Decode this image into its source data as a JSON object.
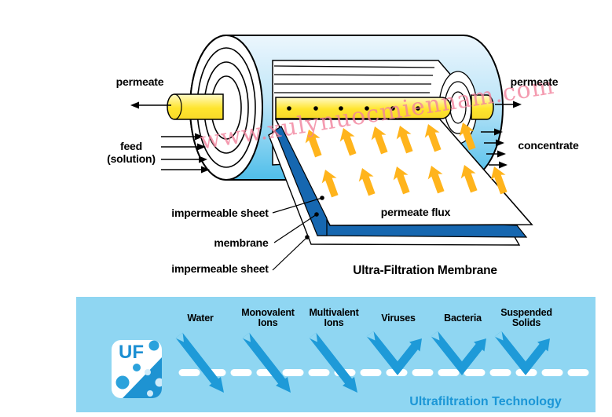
{
  "watermark": "www.xulynuocmiennam.com",
  "diagram": {
    "permeate_left": "permeate",
    "permeate_right": "permeate",
    "feed_line1": "feed",
    "feed_line2": "(solution)",
    "concentrate": "concentrate",
    "impermeable_sheet_top": "impermeable sheet",
    "membrane": "membrane",
    "impermeable_sheet_bottom": "impermeable sheet",
    "permeate_flux": "permeate flux",
    "title": "Ultra-Filtration Membrane"
  },
  "panel": {
    "logo_text": "UF",
    "caption": "Ultrafiltration Technology",
    "labels": {
      "water": "Water",
      "monovalent_1": "Monovalent",
      "monovalent_2": "Ions",
      "multivalent_1": "Multivalent",
      "multivalent_2": "Ions",
      "viruses": "Viruses",
      "bacteria": "Bacteria",
      "suspended_1": "Suspended",
      "suspended_2": "Solids"
    },
    "passes_membrane": [
      "Water",
      "Monovalent Ions",
      "Multivalent Ions"
    ],
    "rejected": [
      "Viruses",
      "Bacteria",
      "Suspended Solids"
    ]
  },
  "colors": {
    "panel_background": "#8FD6F2",
    "panel_arrow_blue": "#1E9AD8",
    "membrane_blue": "#1667B0",
    "flux_arrow_orange": "#FFB41C",
    "tube_yellow": "#FFE52E",
    "watermark_pink": "#F2839D",
    "caption_blue": "#1B96D6",
    "cylinder_blue": "#4FBEEA"
  }
}
